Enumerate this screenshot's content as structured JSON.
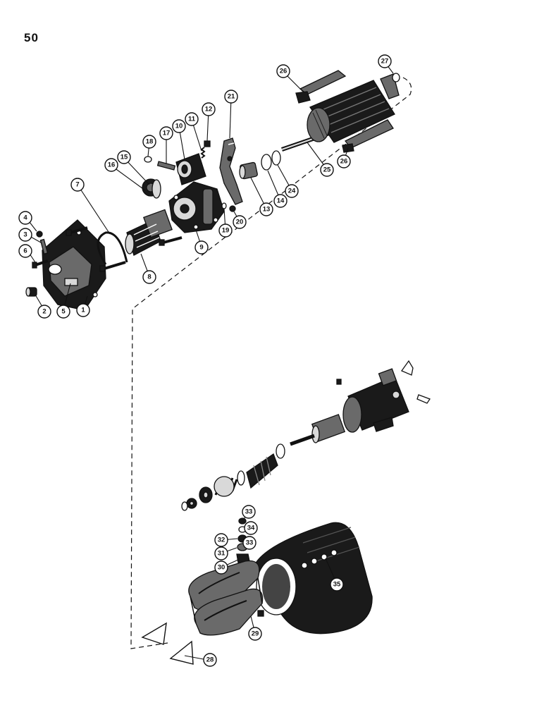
{
  "page_number": "50",
  "callouts": [
    {
      "label": "1"
    },
    {
      "label": "2"
    },
    {
      "label": "3"
    },
    {
      "label": "4"
    },
    {
      "label": "5"
    },
    {
      "label": "6"
    },
    {
      "label": "7"
    },
    {
      "label": "8"
    },
    {
      "label": "9"
    },
    {
      "label": "10"
    },
    {
      "label": "11"
    },
    {
      "label": "12"
    },
    {
      "label": "13"
    },
    {
      "label": "14"
    },
    {
      "label": "15"
    },
    {
      "label": "16"
    },
    {
      "label": "17"
    },
    {
      "label": "18"
    },
    {
      "label": "19"
    },
    {
      "label": "20"
    },
    {
      "label": "21"
    },
    {
      "label": "24"
    },
    {
      "label": "25"
    },
    {
      "label": "26"
    },
    {
      "label": "26"
    },
    {
      "label": "27"
    },
    {
      "label": "28"
    },
    {
      "label": "29"
    },
    {
      "label": "30"
    },
    {
      "label": "31"
    },
    {
      "label": "32"
    },
    {
      "label": "33"
    },
    {
      "label": "34"
    },
    {
      "label": "33"
    },
    {
      "label": "35"
    }
  ]
}
